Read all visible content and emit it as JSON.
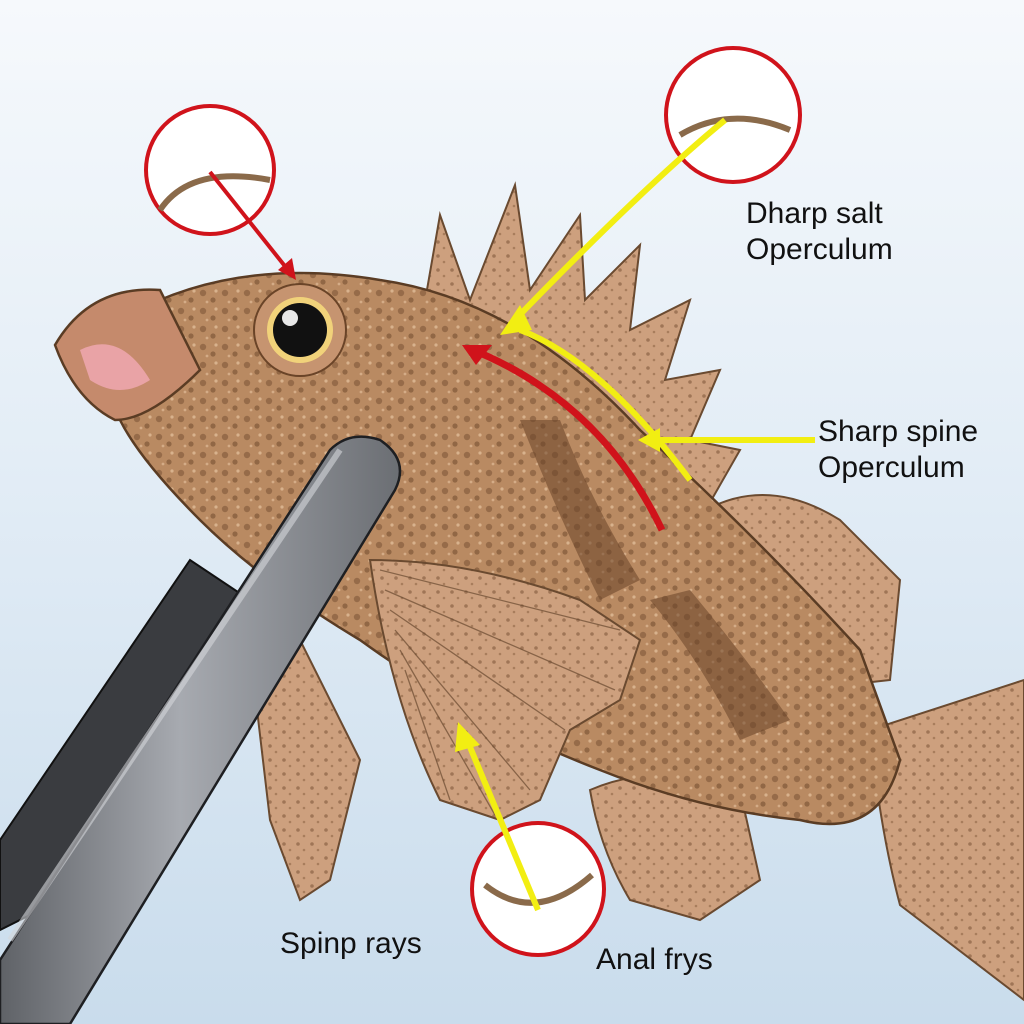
{
  "labels": {
    "dorsal": [
      "Dharp salt",
      "Operculum"
    ],
    "opercle": [
      "Sharp spine",
      "Operculum"
    ],
    "spin_rays": "Spinp rays",
    "anal_rays": "Anal frys"
  },
  "colors": {
    "callout_red": "#d0131b",
    "callout_yellow": "#f2ee12",
    "fish_body": "#b9875f",
    "fish_fin": "#c99a78",
    "pliers": "#8c8f94"
  },
  "icons": {
    "fish": "scorpionfish-illustration",
    "tool": "pliers",
    "callout": "magnifier-circle"
  }
}
